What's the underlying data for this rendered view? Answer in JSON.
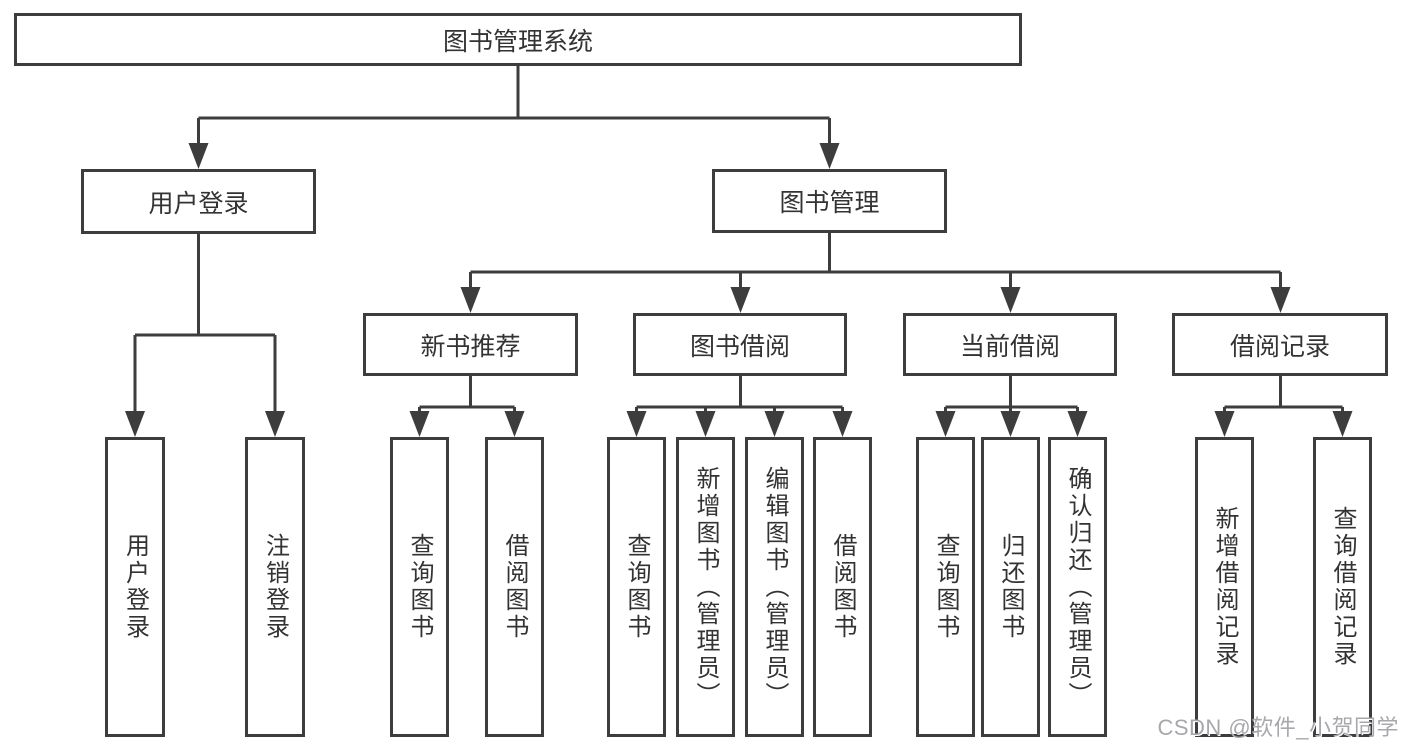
{
  "diagram": {
    "root": {
      "label": "图书管理系统"
    },
    "user_login": {
      "label": "用户登录",
      "leaves": [
        {
          "label": "用户登录"
        },
        {
          "label": "注销登录"
        }
      ]
    },
    "book_management": {
      "label": "图书管理",
      "groups": [
        {
          "label": "新书推荐",
          "leaves": [
            {
              "label": "查询图书"
            },
            {
              "label": "借阅图书"
            }
          ]
        },
        {
          "label": "图书借阅",
          "leaves": [
            {
              "label": "查询图书"
            },
            {
              "label": "新增图书（管理员）"
            },
            {
              "label": "编辑图书（管理员）"
            },
            {
              "label": "借阅图书"
            }
          ]
        },
        {
          "label": "当前借阅",
          "leaves": [
            {
              "label": "查询图书"
            },
            {
              "label": "归还图书"
            },
            {
              "label": "确认归还（管理员）"
            }
          ]
        },
        {
          "label": "借阅记录",
          "leaves": [
            {
              "label": "新增借阅记录"
            },
            {
              "label": "查询借阅记录"
            }
          ]
        }
      ]
    }
  },
  "watermark": {
    "text": "CSDN @软件_小贺同学"
  },
  "colors": {
    "line": "#3d3d3d",
    "text": "#333333",
    "background": "#ffffff",
    "watermark": "#a8a8ac"
  }
}
